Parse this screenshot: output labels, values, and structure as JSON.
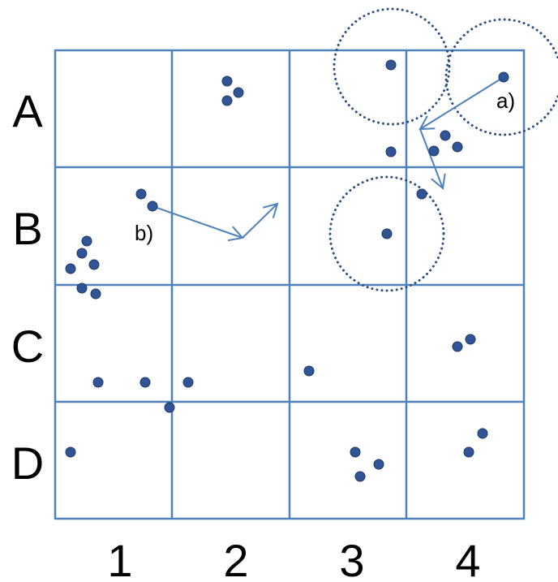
{
  "row_labels": [
    "A",
    "B",
    "C",
    "D"
  ],
  "col_labels": [
    "1",
    "2",
    "3",
    "4"
  ],
  "annotations": {
    "a": "a)",
    "b": "b)"
  },
  "colors": {
    "grid": "#4f81bd",
    "point": "#2f5597",
    "circle": "#2f4f7f",
    "arrow": "#4f81bd",
    "text": "#000000"
  }
}
